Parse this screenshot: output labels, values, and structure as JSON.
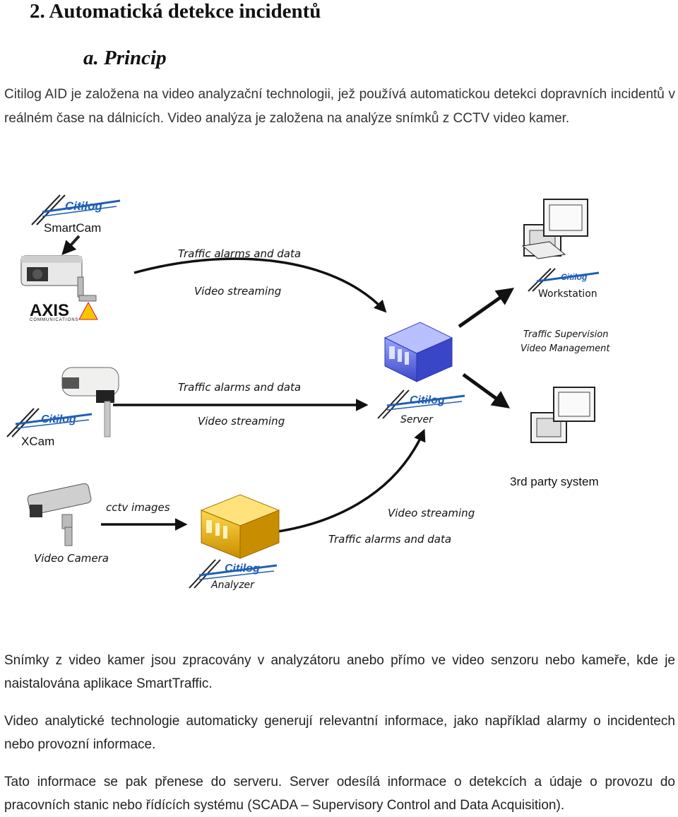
{
  "heading": "2. Automatická detekce incidentů",
  "subheading": "a. Princip",
  "intro": "Citilog AID je založena na video analyzační technologii, jež používá automatickou detekci dopravních incidentů v reálném čase na dálnicích. Video analýza je založena na analýze snímků z CCTV video kamer.",
  "diagram": {
    "brand": "Citilog",
    "smartcam": "SmartCam",
    "axis_brand": "AXIS",
    "axis_sub": "COMMUNICATIONS",
    "xcam": "XCam",
    "video_camera": "Video Camera",
    "analyzer": "Analyzer",
    "server": "Server",
    "workstation": "Workstation",
    "supervision_line1": "Traffic Supervision",
    "supervision_line2": "Video Management",
    "third_party": "3rd party system",
    "arrow1_top": "Traffic alarms and data",
    "arrow1_bottom": "Video streaming",
    "arrow2_top": "Traffic alarms and data",
    "arrow2_bottom": "Video streaming",
    "cctv_images": "cctv images",
    "arrow3_top": "Video streaming",
    "arrow3_bottom": "Traffic alarms and data"
  },
  "para1": "Snímky z video kamer jsou zpracovány v analyzátoru anebo přímo ve video senzoru nebo kameře, kde je naistalována aplikace SmartTraffic.",
  "para2": "Video analytické technologie automaticky generují relevantní informace, jako například alarmy o incidentech nebo provozní informace.",
  "para3": "Tato informace se pak přenese do serveru. Server odesílá informace o detekcích a údaje o provozu do pracovních stanic nebo řídících systému (SCADA – Supervisory Control and Data Acquisition).",
  "colors": {
    "logo_blue": "#1f5fb4",
    "server_blue": "#5566dd",
    "analyzer_gold": "#e0a400"
  }
}
